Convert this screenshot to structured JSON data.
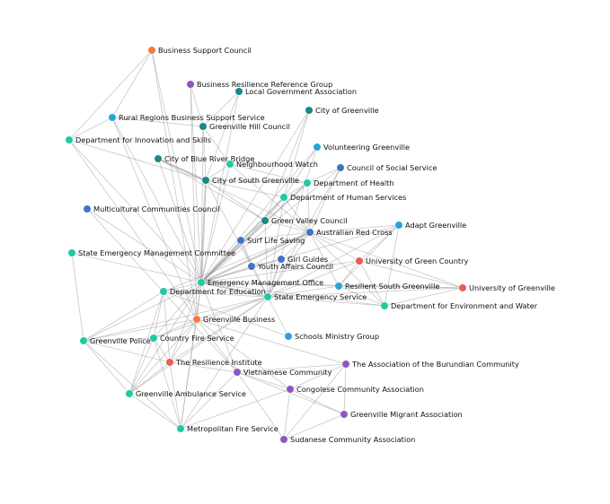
{
  "colors": {
    "orange": "#f47a3a",
    "purple": "#8e57c0",
    "teal": "#168a86",
    "green": "#22c9a0",
    "lightblue": "#2aa3d8",
    "blue": "#4074c8",
    "red": "#ee5a55",
    "edge": "#9a9a9a"
  },
  "nodes": [
    {
      "id": "bsc",
      "label": "Business Support Council",
      "color": "orange"
    },
    {
      "id": "brrg",
      "label": "Business Resilience Reference Group",
      "color": "purple"
    },
    {
      "id": "lga",
      "label": "Local Government Association",
      "color": "teal"
    },
    {
      "id": "cog",
      "label": "City of Greenville",
      "color": "teal"
    },
    {
      "id": "rrbss",
      "label": "Rural Regions Business Support Service",
      "color": "lightblue"
    },
    {
      "id": "ghc",
      "label": "Greenville Hill Council",
      "color": "teal"
    },
    {
      "id": "diss",
      "label": "Department for Innovation and Skills",
      "color": "green"
    },
    {
      "id": "volg",
      "label": "Volunteering Greenville",
      "color": "lightblue"
    },
    {
      "id": "cobrb",
      "label": "City of Blue River Bridge",
      "color": "teal"
    },
    {
      "id": "nw",
      "label": "Neighbourhood Watch",
      "color": "green"
    },
    {
      "id": "coss",
      "label": "Council of Social Service",
      "color": "blue"
    },
    {
      "id": "cosg",
      "label": "City of South Greenville",
      "color": "teal"
    },
    {
      "id": "doh",
      "label": "Department of Health",
      "color": "green"
    },
    {
      "id": "dhs",
      "label": "Department of Human Services",
      "color": "green"
    },
    {
      "id": "mcc",
      "label": "Multicultural Communities Council",
      "color": "blue"
    },
    {
      "id": "gvc",
      "label": "Green Valley Council",
      "color": "teal"
    },
    {
      "id": "adg",
      "label": "Adapt Greenville",
      "color": "lightblue"
    },
    {
      "id": "arc",
      "label": "Australian Red Cross",
      "color": "blue"
    },
    {
      "id": "sls",
      "label": "Surf Life Saving",
      "color": "blue"
    },
    {
      "id": "semc",
      "label": "State Emergency Management Committee",
      "color": "green"
    },
    {
      "id": "gg",
      "label": "Girl Guides",
      "color": "blue"
    },
    {
      "id": "uogc",
      "label": "University of Green Country",
      "color": "red"
    },
    {
      "id": "yac",
      "label": "Youth Affairs Council",
      "color": "blue"
    },
    {
      "id": "emo",
      "label": "Emergency Management Office",
      "color": "green"
    },
    {
      "id": "rsg",
      "label": "Resilient South Greenville",
      "color": "lightblue"
    },
    {
      "id": "uog",
      "label": "University of Greenville",
      "color": "red"
    },
    {
      "id": "dfe",
      "label": "Department for Education",
      "color": "green"
    },
    {
      "id": "ses",
      "label": "State Emergency Service",
      "color": "green"
    },
    {
      "id": "dew",
      "label": "Department for Environment and Water",
      "color": "green"
    },
    {
      "id": "gb",
      "label": "Greenville Business",
      "color": "orange"
    },
    {
      "id": "smg",
      "label": "Schools Ministry Group",
      "color": "lightblue"
    },
    {
      "id": "gp",
      "label": "Greenville Police",
      "color": "green"
    },
    {
      "id": "cfs",
      "label": "Country Fire Service",
      "color": "green"
    },
    {
      "id": "tri",
      "label": "The Resilience Institute",
      "color": "red"
    },
    {
      "id": "vc",
      "label": "Vietnamese Community",
      "color": "purple"
    },
    {
      "id": "tabc",
      "label": "The Association of the Burundian Community",
      "color": "purple"
    },
    {
      "id": "cca",
      "label": "Congolese Community Association",
      "color": "purple"
    },
    {
      "id": "gas",
      "label": "Greenville Ambulance Service",
      "color": "green"
    },
    {
      "id": "gma",
      "label": "Greenville Migrant Association",
      "color": "purple"
    },
    {
      "id": "mfs",
      "label": "Metropolitan Fire Service",
      "color": "green"
    },
    {
      "id": "sca",
      "label": "Sudanese Community Association",
      "color": "purple"
    }
  ],
  "edges": [
    [
      "emo",
      "bsc"
    ],
    [
      "emo",
      "brrg"
    ],
    [
      "emo",
      "lga"
    ],
    [
      "emo",
      "cog"
    ],
    [
      "emo",
      "rrbss"
    ],
    [
      "emo",
      "ghc"
    ],
    [
      "emo",
      "diss"
    ],
    [
      "emo",
      "volg"
    ],
    [
      "emo",
      "cobrb"
    ],
    [
      "emo",
      "nw"
    ],
    [
      "emo",
      "coss"
    ],
    [
      "emo",
      "cosg"
    ],
    [
      "emo",
      "doh"
    ],
    [
      "emo",
      "dhs"
    ],
    [
      "emo",
      "mcc"
    ],
    [
      "emo",
      "gvc"
    ],
    [
      "emo",
      "adg"
    ],
    [
      "emo",
      "arc"
    ],
    [
      "emo",
      "sls"
    ],
    [
      "emo",
      "semc"
    ],
    [
      "emo",
      "gg"
    ],
    [
      "emo",
      "uogc"
    ],
    [
      "emo",
      "yac"
    ],
    [
      "emo",
      "rsg"
    ],
    [
      "emo",
      "uog"
    ],
    [
      "emo",
      "dfe"
    ],
    [
      "emo",
      "ses"
    ],
    [
      "emo",
      "dew"
    ],
    [
      "emo",
      "gb"
    ],
    [
      "emo",
      "gp"
    ],
    [
      "emo",
      "cfs"
    ],
    [
      "emo",
      "tri"
    ],
    [
      "emo",
      "gas"
    ],
    [
      "emo",
      "mfs"
    ],
    [
      "emo",
      "vc"
    ],
    [
      "bsc",
      "rrbss"
    ],
    [
      "bsc",
      "diss"
    ],
    [
      "bsc",
      "gb"
    ],
    [
      "rrbss",
      "diss"
    ],
    [
      "rrbss",
      "gb"
    ],
    [
      "diss",
      "cosg"
    ],
    [
      "diss",
      "gb"
    ],
    [
      "brrg",
      "ghc"
    ],
    [
      "brrg",
      "gb"
    ],
    [
      "lga",
      "ghc"
    ],
    [
      "lga",
      "cosg"
    ],
    [
      "ghc",
      "cosg"
    ],
    [
      "ghc",
      "nw"
    ],
    [
      "ghc",
      "rrbss"
    ],
    [
      "cobrb",
      "cosg"
    ],
    [
      "cobrb",
      "gvc"
    ],
    [
      "cobrb",
      "arc"
    ],
    [
      "cog",
      "dhs"
    ],
    [
      "cog",
      "gvc"
    ],
    [
      "cosg",
      "nw"
    ],
    [
      "cosg",
      "doh"
    ],
    [
      "cosg",
      "dhs"
    ],
    [
      "cosg",
      "gvc"
    ],
    [
      "cosg",
      "ses"
    ],
    [
      "nw",
      "doh"
    ],
    [
      "nw",
      "arc"
    ],
    [
      "volg",
      "dhs"
    ],
    [
      "volg",
      "ses"
    ],
    [
      "coss",
      "doh"
    ],
    [
      "coss",
      "ses"
    ],
    [
      "coss",
      "arc"
    ],
    [
      "doh",
      "dhs"
    ],
    [
      "doh",
      "arc"
    ],
    [
      "dhs",
      "arc"
    ],
    [
      "dhs",
      "ses"
    ],
    [
      "dhs",
      "gvc"
    ],
    [
      "gvc",
      "arc"
    ],
    [
      "gvc",
      "sls"
    ],
    [
      "gvc",
      "ses"
    ],
    [
      "arc",
      "adg"
    ],
    [
      "arc",
      "uogc"
    ],
    [
      "arc",
      "rsg"
    ],
    [
      "arc",
      "uog"
    ],
    [
      "arc",
      "dew"
    ],
    [
      "arc",
      "sls"
    ],
    [
      "arc",
      "yac"
    ],
    [
      "arc",
      "gg"
    ],
    [
      "arc",
      "ses"
    ],
    [
      "arc",
      "dfe"
    ],
    [
      "adg",
      "uogc"
    ],
    [
      "adg",
      "rsg"
    ],
    [
      "adg",
      "ses"
    ],
    [
      "adg",
      "dew"
    ],
    [
      "sls",
      "ses"
    ],
    [
      "sls",
      "yac"
    ],
    [
      "gg",
      "yac"
    ],
    [
      "gg",
      "ses"
    ],
    [
      "uogc",
      "rsg"
    ],
    [
      "uogc",
      "uog"
    ],
    [
      "uogc",
      "dew"
    ],
    [
      "uogc",
      "ses"
    ],
    [
      "rsg",
      "uog"
    ],
    [
      "rsg",
      "dew"
    ],
    [
      "rsg",
      "ses"
    ],
    [
      "uog",
      "dew"
    ],
    [
      "uog",
      "ses"
    ],
    [
      "ses",
      "dew"
    ],
    [
      "ses",
      "dfe"
    ],
    [
      "ses",
      "gb"
    ],
    [
      "ses",
      "smg"
    ],
    [
      "ses",
      "cfs"
    ],
    [
      "ses",
      "tri"
    ],
    [
      "ses",
      "gp"
    ],
    [
      "ses",
      "gas"
    ],
    [
      "ses",
      "mfs"
    ],
    [
      "dfe",
      "smg"
    ],
    [
      "dfe",
      "gp"
    ],
    [
      "dfe",
      "cfs"
    ],
    [
      "dfe",
      "gas"
    ],
    [
      "dfe",
      "tri"
    ],
    [
      "gb",
      "tri"
    ],
    [
      "gb",
      "gp"
    ],
    [
      "gb",
      "cfs"
    ],
    [
      "gb",
      "gas"
    ],
    [
      "gb",
      "mfs"
    ],
    [
      "gb",
      "vc"
    ],
    [
      "gb",
      "cca"
    ],
    [
      "gb",
      "tabc"
    ],
    [
      "gp",
      "cfs"
    ],
    [
      "gp",
      "tri"
    ],
    [
      "gp",
      "gas"
    ],
    [
      "gp",
      "mfs"
    ],
    [
      "cfs",
      "tri"
    ],
    [
      "cfs",
      "gas"
    ],
    [
      "cfs",
      "mfs"
    ],
    [
      "tri",
      "gas"
    ],
    [
      "tri",
      "mfs"
    ],
    [
      "tri",
      "vc"
    ],
    [
      "gas",
      "mfs"
    ],
    [
      "mfs",
      "vc"
    ],
    [
      "mfs",
      "cca"
    ],
    [
      "vc",
      "tabc"
    ],
    [
      "vc",
      "cca"
    ],
    [
      "vc",
      "gma"
    ],
    [
      "vc",
      "sca"
    ],
    [
      "tabc",
      "cca"
    ],
    [
      "tabc",
      "gma"
    ],
    [
      "tabc",
      "sca"
    ],
    [
      "cca",
      "gma"
    ],
    [
      "cca",
      "sca"
    ],
    [
      "gma",
      "sca"
    ],
    [
      "mcc",
      "vc"
    ],
    [
      "semc",
      "gp"
    ]
  ],
  "heavy_edges": [
    [
      "emo",
      "arc"
    ],
    [
      "emo",
      "dhs"
    ],
    [
      "emo",
      "cosg"
    ],
    [
      "cobrb",
      "cosg"
    ],
    [
      "emo",
      "ses"
    ],
    [
      "emo",
      "doh"
    ]
  ]
}
